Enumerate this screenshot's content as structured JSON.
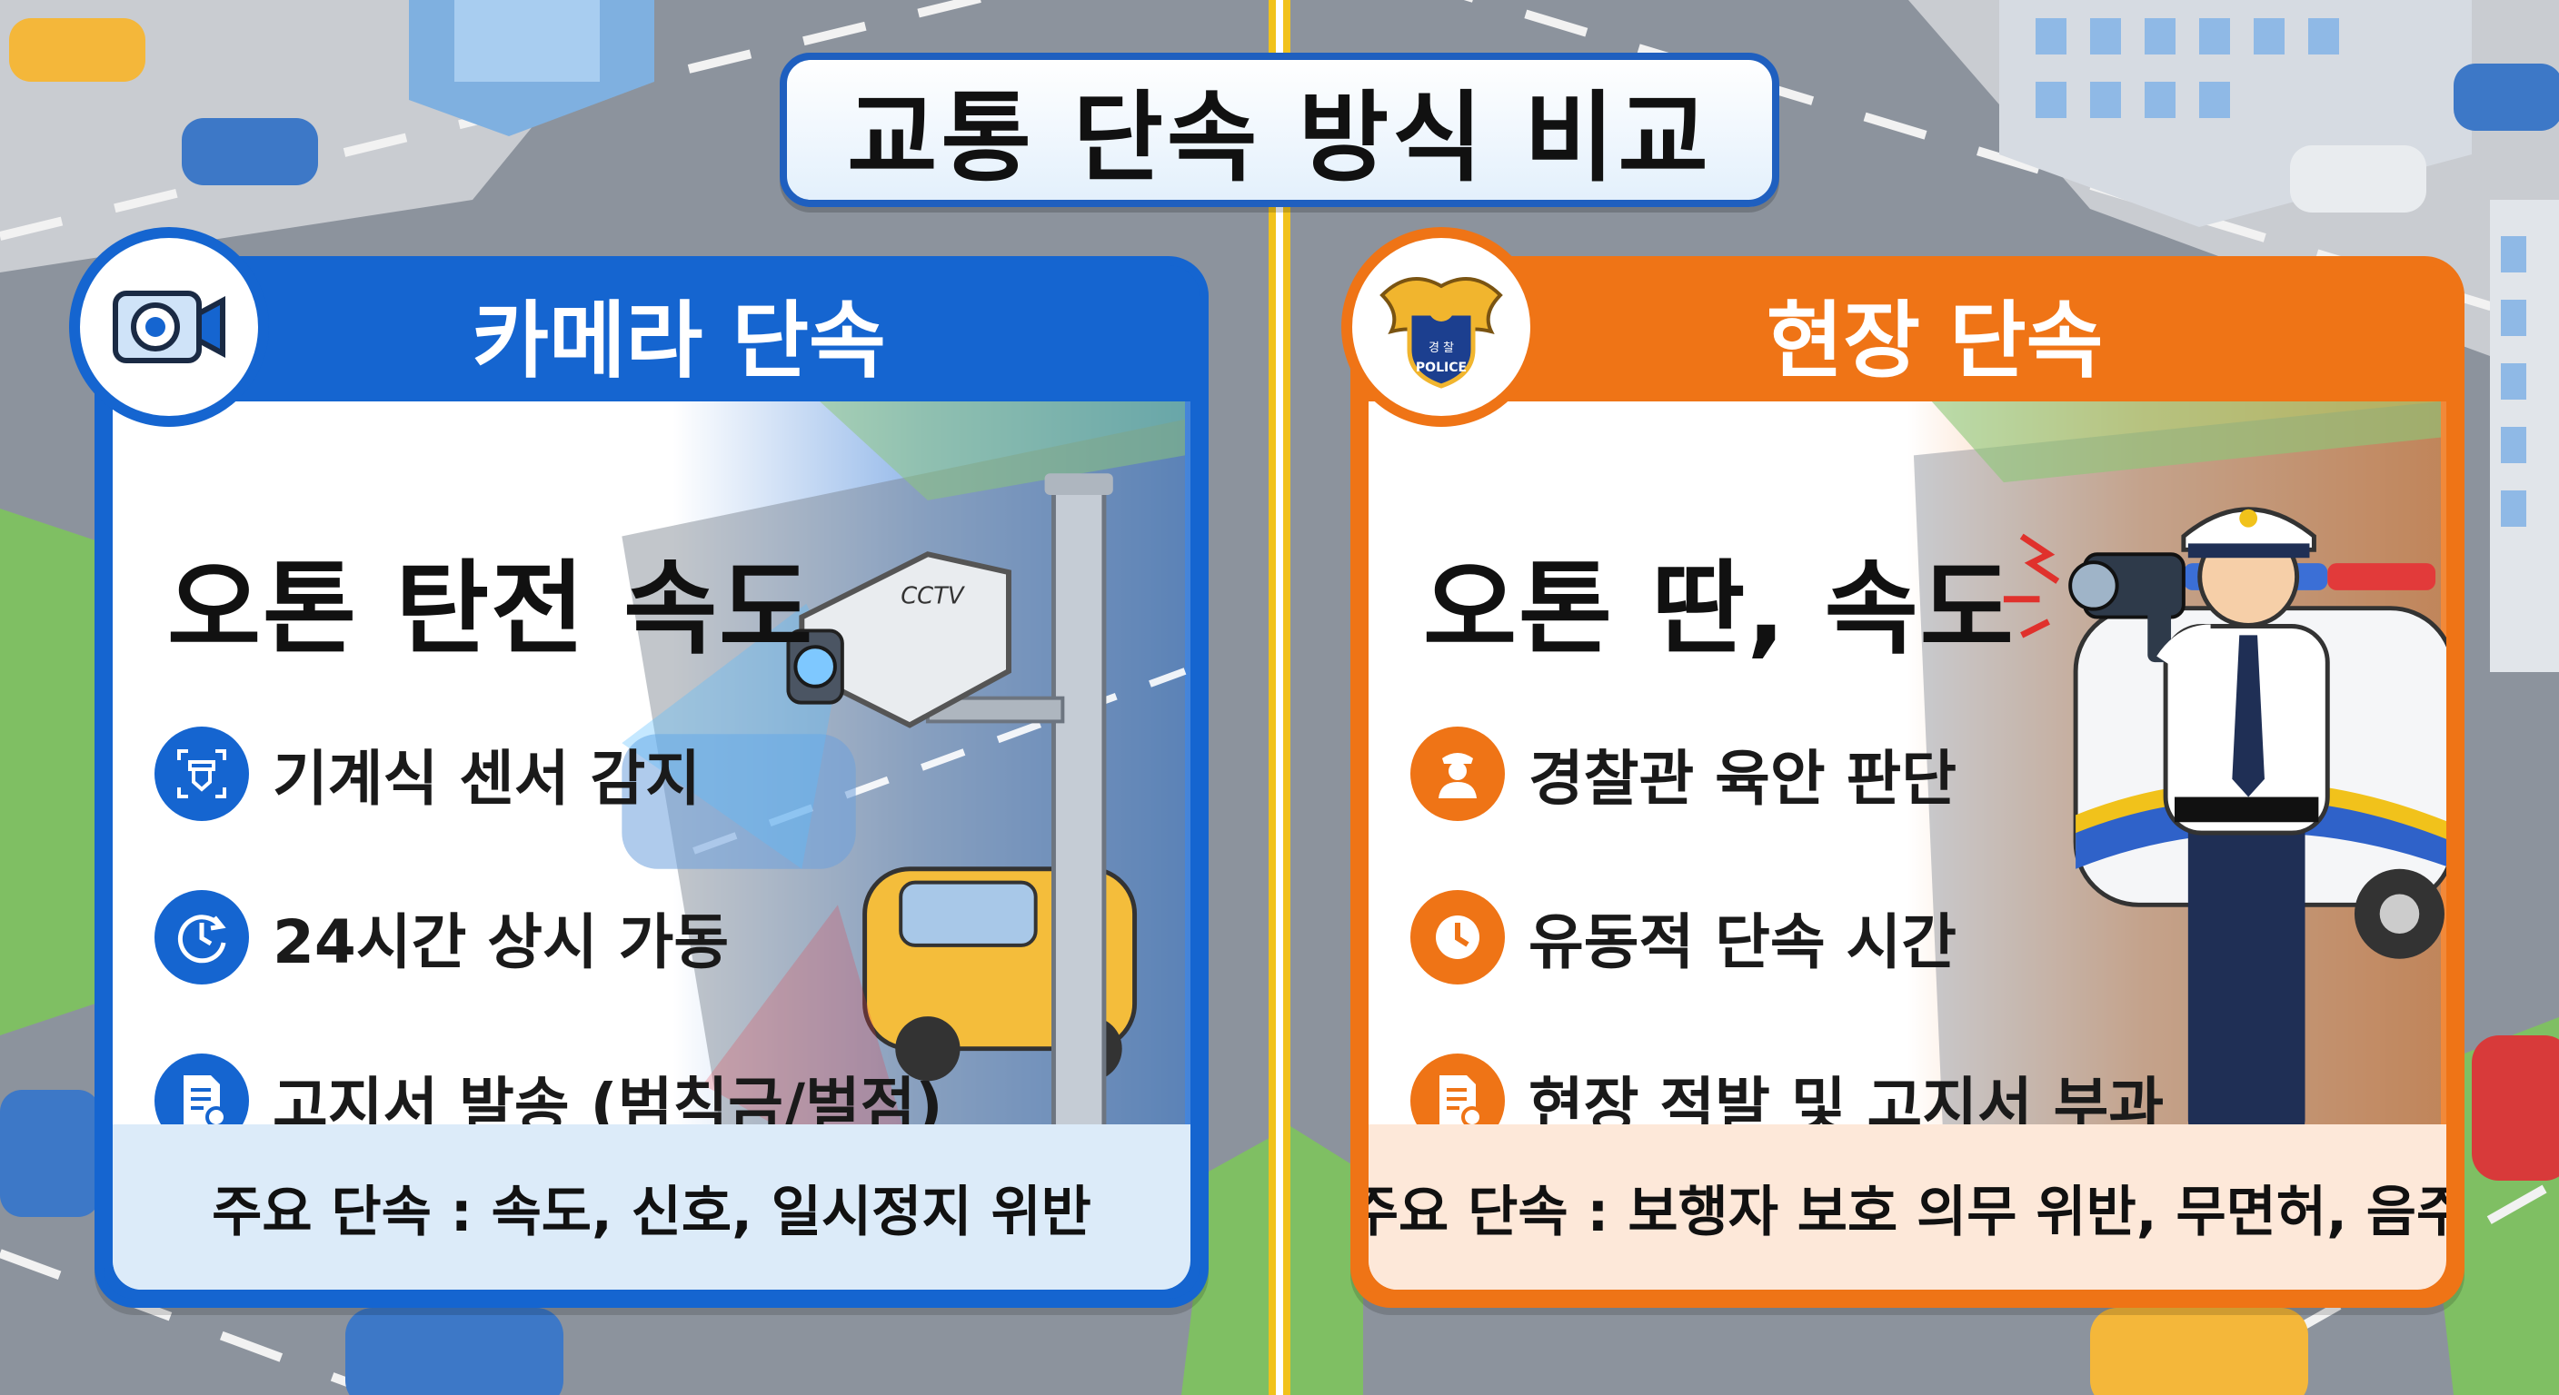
{
  "title": "교통 단속 방식 비교",
  "colors": {
    "camera_accent": "#1565d0",
    "field_accent": "#ef7416"
  },
  "camera_card": {
    "header": "카메라 단속",
    "badge_icon": "camera-icon",
    "subtitle": "오톤 탄전 속도",
    "items": [
      {
        "icon": "sensor-icon",
        "text": "기계식 센서 감지"
      },
      {
        "icon": "clock-24-icon",
        "text": "24시간 상시 가동"
      },
      {
        "icon": "notice-document-icon",
        "text": "고지서 발송 (범칙금/벌점)"
      }
    ],
    "footer": "주요 단속 : 속도, 신호, 일시정지 위반",
    "illustration_label": "CCTV"
  },
  "field_card": {
    "header": "현장 단속",
    "badge_icon": "police-emblem-icon",
    "badge_text_top": "경 찰",
    "badge_text_bottom": "POLICE",
    "subtitle": "오톤 딴, 속도",
    "items": [
      {
        "icon": "police-officer-icon",
        "text": "경찰관 육안 판단"
      },
      {
        "icon": "clock-icon",
        "text": "유동적 단속 시간"
      },
      {
        "icon": "notice-document-icon",
        "text": "현장 적발 및 고지서 부과"
      }
    ],
    "footer": "주요 단속 : 보행자 보호 의무 위반, 무면허, 음주"
  }
}
